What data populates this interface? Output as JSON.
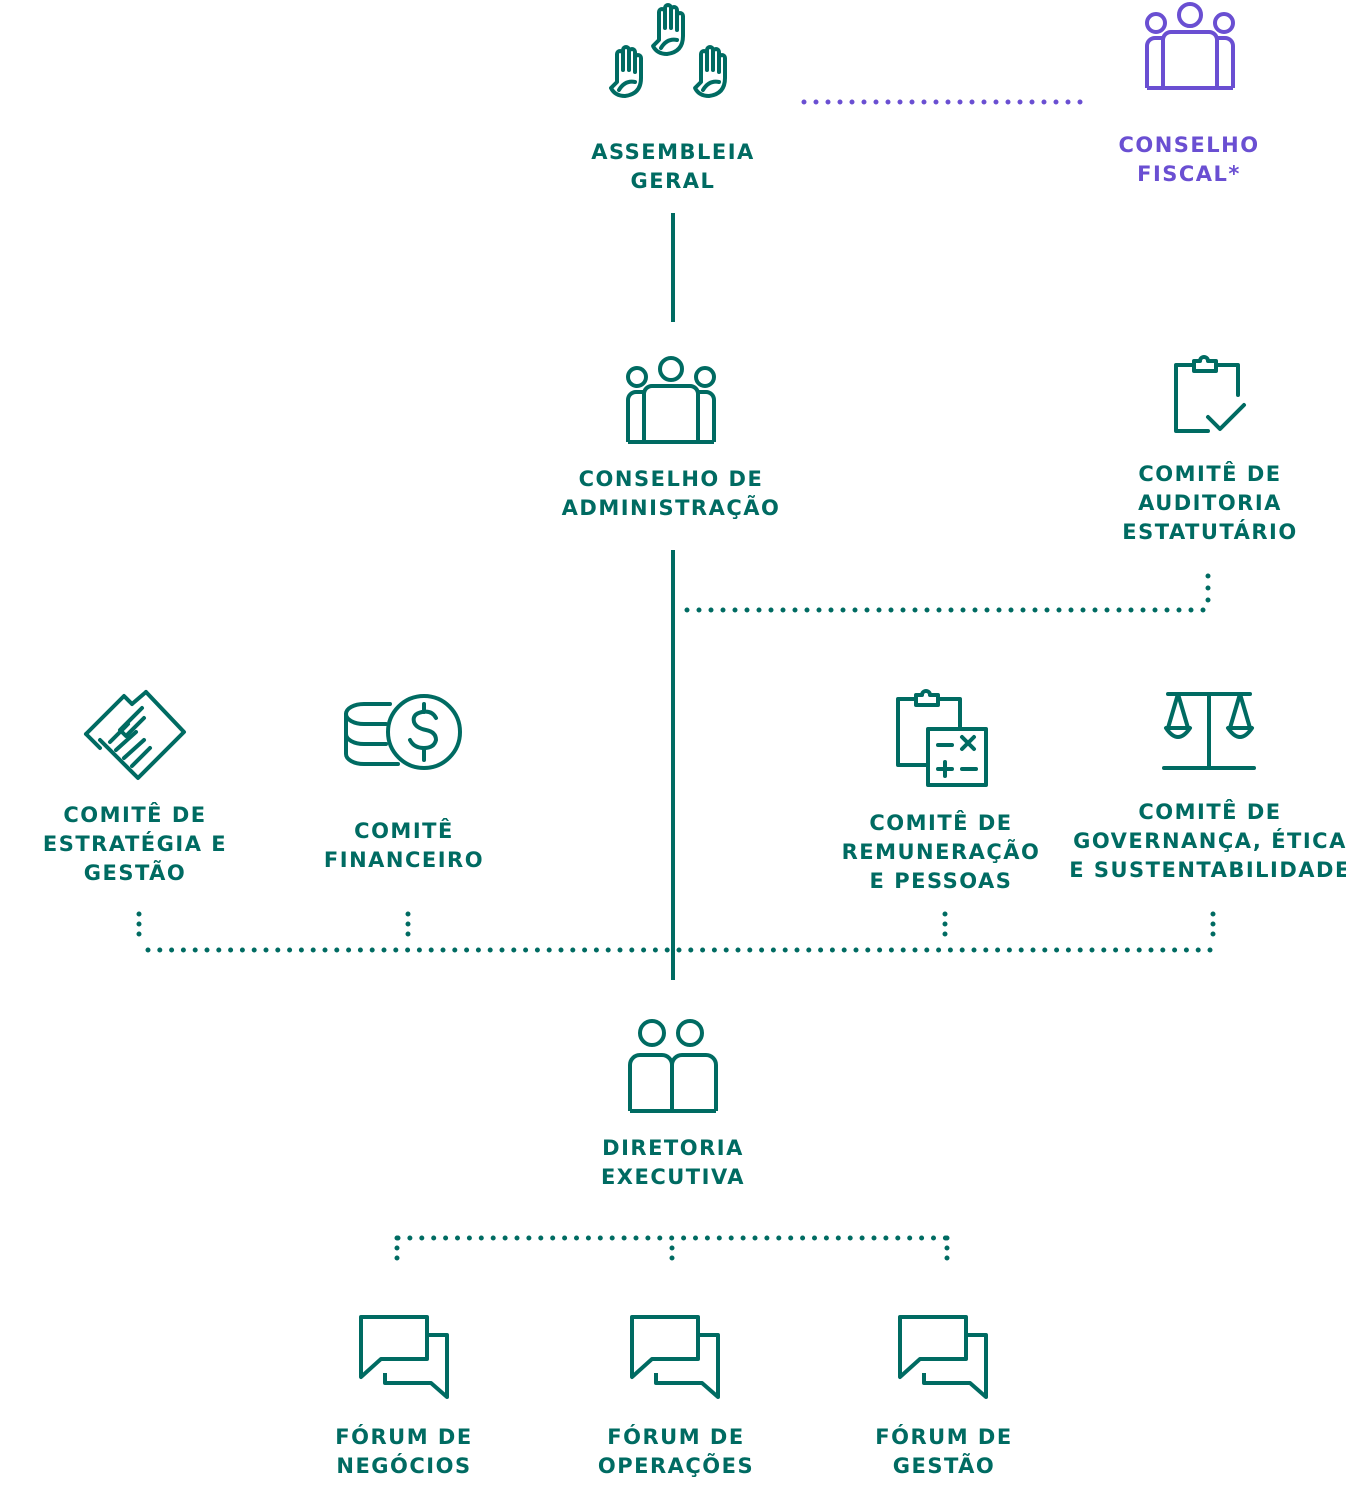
{
  "colors": {
    "teal": "#006b62",
    "purple": "#6a4fd2",
    "background": "#ffffff"
  },
  "nodes": {
    "assembleia_geral": {
      "line1": "ASSEMBLEIA",
      "line2": "GERAL",
      "icon": "raised-hands-icon"
    },
    "conselho_fiscal": {
      "line1": "CONSELHO",
      "line2": "FISCAL*",
      "icon": "group-people-icon"
    },
    "conselho_administracao": {
      "line1": "CONSELHO DE",
      "line2": "ADMINISTRAÇÃO",
      "icon": "group-people-icon"
    },
    "comite_auditoria": {
      "line1": "COMITÊ DE",
      "line2": "AUDITORIA",
      "line3": "ESTATUTÁRIO",
      "icon": "clipboard-check-icon"
    },
    "comite_estrategia": {
      "line1": "COMITÊ DE",
      "line2": "ESTRATÉGIA E",
      "line3": "GESTÃO",
      "icon": "handshake-icon"
    },
    "comite_financeiro": {
      "line1": "COMITÊ",
      "line2": "FINANCEIRO",
      "icon": "coins-dollar-icon"
    },
    "comite_remuneracao": {
      "line1": "COMITÊ DE",
      "line2": "REMUNERAÇÃO",
      "line3": "E PESSOAS",
      "icon": "clipboard-calculator-icon"
    },
    "comite_governanca": {
      "line1": "COMITÊ DE",
      "line2": "GOVERNANÇA, ÉTICA",
      "line3": "E SUSTENTABILIDADE",
      "icon": "scales-icon"
    },
    "diretoria_executiva": {
      "line1": "DIRETORIA",
      "line2": "EXECUTIVA",
      "icon": "two-people-icon"
    },
    "forum_negocios": {
      "line1": "FÓRUM DE",
      "line2": "NEGÓCIOS",
      "icon": "chat-bubbles-icon"
    },
    "forum_operacoes": {
      "line1": "FÓRUM DE",
      "line2": "OPERAÇÕES",
      "icon": "chat-bubbles-icon"
    },
    "forum_gestao": {
      "line1": "FÓRUM DE",
      "line2": "GESTÃO",
      "icon": "chat-bubbles-icon"
    }
  }
}
